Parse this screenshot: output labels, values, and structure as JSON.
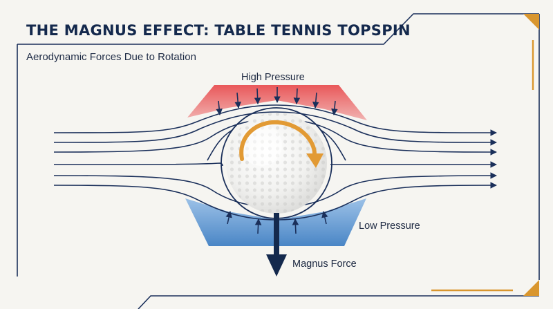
{
  "diagram": {
    "title": "THE MAGNUS EFFECT: TABLE TENNIS TOPSPIN",
    "subtitle": "Aerodynamic Forces Due to Rotation",
    "labels": {
      "high_pressure": "High Pressure",
      "low_pressure": "Low Pressure",
      "magnus_force": "Magnus Force"
    }
  },
  "colors": {
    "navy": "#14294d",
    "streamline": "#1a2f5a",
    "high_pressure_red": "#e04848",
    "low_pressure_blue": "#4a86c6",
    "spin_orange": "#e29a34",
    "frame_gold": "#d9962e",
    "background": "#f6f5f1"
  },
  "icons": {
    "spin_arrow": "clockwise-arrow-icon",
    "force_arrow": "arrow-down-icon"
  }
}
